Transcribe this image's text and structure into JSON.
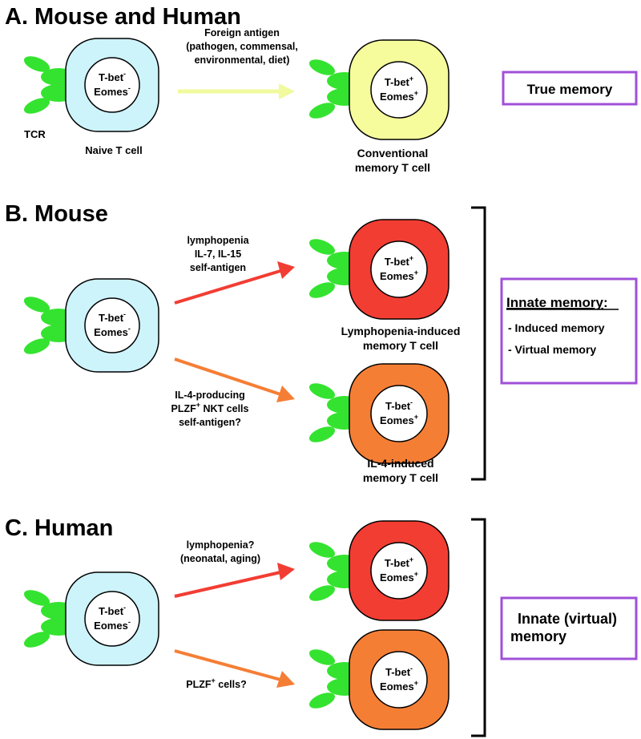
{
  "colors": {
    "naive_fill": "#cdf3fb",
    "conventional_fill": "#f6fb9c",
    "lymphopenia_fill": "#f23d33",
    "il4_fill": "#f57e35",
    "tcr_green": "#34e32f",
    "box_border": "#a050d8",
    "arrow_yellow": "#f1fa9d",
    "arrow_red": "#f23d33",
    "arrow_orange": "#f57e35"
  },
  "sectionA": {
    "title": "A. Mouse and Human",
    "tcr_label": "TCR",
    "naive_cell": {
      "line1": "T-bet",
      "sup1": "-",
      "line2": "Eomes",
      "sup2": "-"
    },
    "naive_label": "Naive T cell",
    "arrow_label": [
      "Foreign antigen",
      "(pathogen, commensal,",
      "environmental, diet)"
    ],
    "conventional_cell": {
      "line1": "T-bet",
      "sup1": "+",
      "line2": "Eomes",
      "sup2": "+"
    },
    "conventional_label": [
      "Conventional",
      "memory T cell"
    ],
    "box_label": "True memory"
  },
  "sectionB": {
    "title": "B. Mouse",
    "naive_cell": {
      "line1": "T-bet",
      "sup1": "-",
      "line2": "Eomes",
      "sup2": "-"
    },
    "arrow1_label": [
      "lymphopenia",
      "IL-7, IL-15",
      "self-antigen"
    ],
    "lympho_cell": {
      "line1": "T-bet",
      "sup1": "+",
      "line2": "Eomes",
      "sup2": "+"
    },
    "lympho_label": [
      "Lymphopenia-induced",
      "memory T cell"
    ],
    "arrow2_label": [
      "IL-4-producing",
      "PLZF",
      "+",
      " NKT cells",
      "self-antigen?"
    ],
    "il4_cell": {
      "line1": "T-bet",
      "sup1": "-",
      "line2": "Eomes",
      "sup2": "+"
    },
    "il4_label": [
      "IL-4-induced",
      "memory T cell"
    ],
    "box_title": "Innate memory",
    "box_colon": ":",
    "box_items": [
      "- Induced memory",
      "- Virtual memory"
    ]
  },
  "sectionC": {
    "title": "C. Human",
    "naive_cell": {
      "line1": "T-bet",
      "sup1": "-",
      "line2": "Eomes",
      "sup2": "-"
    },
    "arrow1_label": [
      "lymphopenia?",
      "(neonatal, aging)"
    ],
    "lympho_cell": {
      "line1": "T-bet",
      "sup1": "+",
      "line2": "Eomes",
      "sup2": "+"
    },
    "arrow2_label": [
      "PLZF",
      "+",
      " cells?"
    ],
    "il4_cell": {
      "line1": "T-bet",
      "sup1": "-",
      "line2": "Eomes",
      "sup2": "+"
    },
    "box_label": [
      "Innate (virtual)",
      "memory"
    ]
  }
}
